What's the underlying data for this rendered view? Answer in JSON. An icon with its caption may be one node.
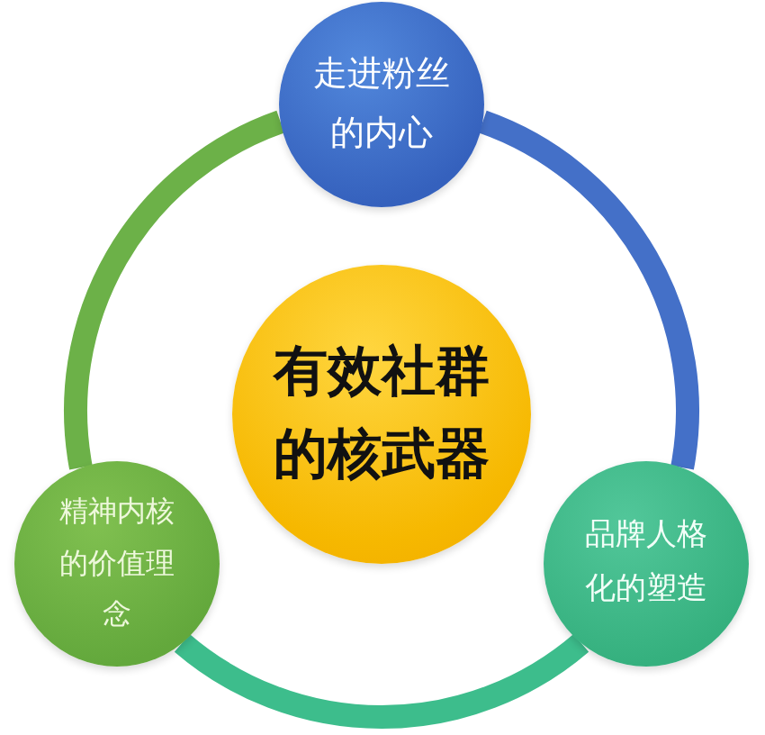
{
  "diagram": {
    "nodes": [
      {
        "text": [
          "走进粉丝的内心"
        ]
      },
      {
        "text": [
          "有效社群的核武器"
        ]
      },
      {
        "text": [
          "精神内核的价值理念"
        ]
      },
      {
        "text": [
          "品牌人格化的塑造"
        ]
      }
    ],
    "edges": [
      {
        "from": 0,
        "to": 3,
        "arrow": "none",
        "color": "#4470c8"
      },
      {
        "from": 3,
        "to": 2,
        "arrow": "none",
        "color": "#3dbd8c"
      },
      {
        "from": 2,
        "to": 0,
        "arrow": "none",
        "color": "#6cb148"
      }
    ]
  }
}
